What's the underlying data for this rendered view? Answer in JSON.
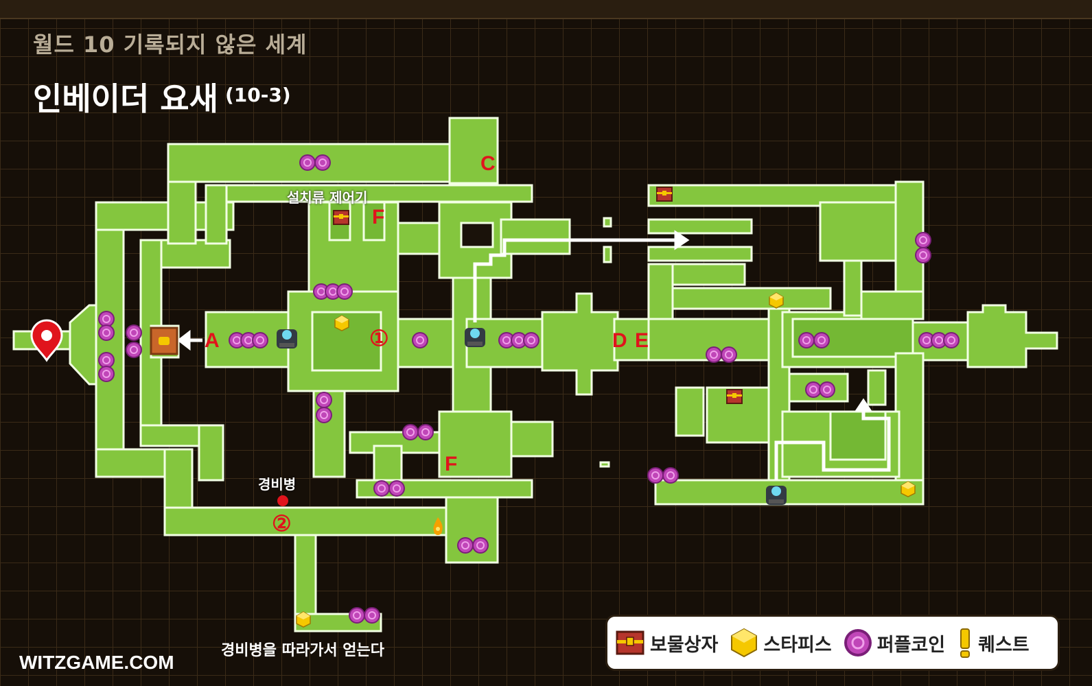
{
  "header": {
    "world_title": "월드 10 기록되지 않은 세계",
    "stage_title": "인베이더 요새",
    "stage_code": "(10-3)"
  },
  "map_labels": {
    "control": "설치류 제어기",
    "guard": "경비병",
    "guard_note": "경비병을 따라가서 얻는다"
  },
  "markers": {
    "a": "A",
    "c": "C",
    "d": "D",
    "e": "E",
    "f1": "F",
    "f2": "F",
    "n1": "①",
    "n2": "②"
  },
  "legend": {
    "chest": "보물상자",
    "starpiece": "스타피스",
    "purplecoin": "퍼플코인",
    "quest": "퀘스트"
  },
  "site": "WITZGAME.COM",
  "colors": {
    "floor": "#84c63e",
    "floor_edge": "#ffffff",
    "coin": "#b83fb0",
    "marker": "#e0141c",
    "gold": "#f5c800",
    "chest": "#b7352c"
  }
}
